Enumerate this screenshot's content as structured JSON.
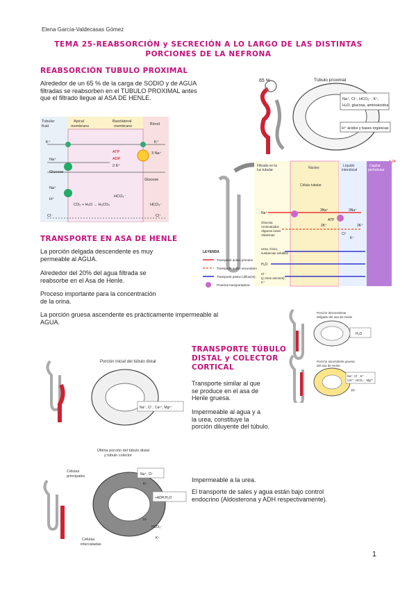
{
  "header": {
    "author": "Elena García-Valdecasas Gómez"
  },
  "title": {
    "line1": "TEMA 25-REABSORCIÓN y SECRECIÓN A LO LARGO DE LAS DISTINTAS",
    "line2": "PORCIONES DE LA NEFRONA"
  },
  "s1": {
    "heading": "REABSORCIÓN TUBULO PROXIMAL",
    "p1a": "Alrededor de un 65 % de la carga de SODIO y de AGUA",
    "p1b": "filtradas se reabsorben en el TUBULO PROXIMAL antes",
    "p1c": "que el filtrado llegue al ASA DE HENLE."
  },
  "fig1": {
    "pct": "65 %",
    "label": "Túbulo proximal",
    "box1a": "Na⁺, Cl⁻, HCO₃⁻, K⁺,",
    "box1b": "H₂O, glucosa, aminoácidos",
    "box2": "H⁺ ácidos y bases orgánicas"
  },
  "fig2": {
    "col1a": "Tubular",
    "col1b": "fluid",
    "apical1": "Apical",
    "apical2": "membrane",
    "baso1": "Basolateral",
    "baso2": "membrane",
    "blood": "Blood",
    "k": "K⁺",
    "na": "Na⁺",
    "glucose": "Glucose",
    "h": "H⁺",
    "atp": "ATP",
    "adp": "ADP",
    "na3": "3 Na⁺",
    "k2": "2 K⁺",
    "hco3": "HCO₃⁻",
    "eq": "CO₂ + H₂O → H₂CO₃",
    "cl": "Cl⁻"
  },
  "fig3": {
    "num": "1.24",
    "hdr1a": "Filtrado en la",
    "hdr1b": "luz tubular",
    "hdr2": "Núcleo",
    "hdr3a": "Líquido",
    "hdr3b": "intersticial",
    "hdr4a": "Capilar",
    "hdr4b": "peritubular",
    "cell": "Célula tubular",
    "na": "Na⁺",
    "na3": "3Na⁺",
    "k2": "2K⁺",
    "atp": "ATP",
    "gluc1": "Glucosa",
    "gluc2": "Aminoácidos",
    "gluc3": "Algunos iones",
    "gluc4": "Vitaminas",
    "urea1": "Urea, Cloro,",
    "urea2": "sustancias solubles",
    "h2o": "H₂O",
    "cl1": "Cl⁻",
    "cl2": "(y otros aniones),",
    "cl3": "K⁺",
    "clr": "Cl⁻",
    "kr": "K⁺",
    "legend": "LEYENDA",
    "lg1": "Transporte activo primario",
    "lg2": "Transporte activo secundario",
    "lg3": "Transporte pasivo (difusión)",
    "lg4": "Proteína transportadora"
  },
  "s2": {
    "heading": "TRANSPORTE EN ASA DE HENLE",
    "p1a": "La porción delgada descendente es muy",
    "p1b": "permeable al AGUA.",
    "p2a": "Alrededor del 20% del agua filtrada se",
    "p2b": "reabsorbe en el Asa de Henle.",
    "p3a": "Proceso importante para la concentración",
    "p3b": "de la orina.",
    "p4a": "La porción gruesa ascendente es prácticamente impermeable al",
    "p4b": "AGUA."
  },
  "fig4": {
    "lbl1a": "Porción descendente",
    "lbl1b": "delgada del asa de Henle",
    "h2o": "H₂O",
    "lbl2a": "Porción ascendente gruesa",
    "lbl2b": "del asa de Henle",
    "ions1": "Na⁺, Cl⁻, K⁺",
    "ions2": "Ca²⁺, HCO₃⁻, Mg²⁺",
    "h": "H⁺"
  },
  "s3": {
    "heading1": "TRANSPORTE TÚBULO",
    "heading2": "DISTAL y COLECTOR",
    "heading3": "CORTICAL",
    "p1a": "Transporte similar al que",
    "p1b": "se produce en el asa de",
    "p1c": "Henle gruesa.",
    "p2a": "Impermeable al agua y a",
    "p2b": "la urea, constituye la",
    "p2c": "porción diluyente del túbulo."
  },
  "fig5": {
    "label": "Porción inicial del túbulo distal",
    "ions": "Na⁺, Cl⁻, Ca²⁺, Mg²⁺"
  },
  "fig6": {
    "lbl1": "Última porción del túbulo distal",
    "lbl2": "y túbulo colector",
    "princ1": "Células",
    "princ2": "principales",
    "inter1": "Células",
    "inter2": "intercaladas",
    "nacl": "Na⁺, Cl⁻",
    "h2o": "+ADH:H₂O",
    "k": "K⁺",
    "hco3": "HCO₃⁻",
    "h": "H⁺",
    "k2": "K⁺"
  },
  "s4": {
    "p1": "Impermeable a la urea.",
    "p2a": "El transporte de sales y agua están bajo control",
    "p2b": "endocrino (Aldosterona y ADH respectivamente)."
  },
  "footer": {
    "page": "1"
  }
}
